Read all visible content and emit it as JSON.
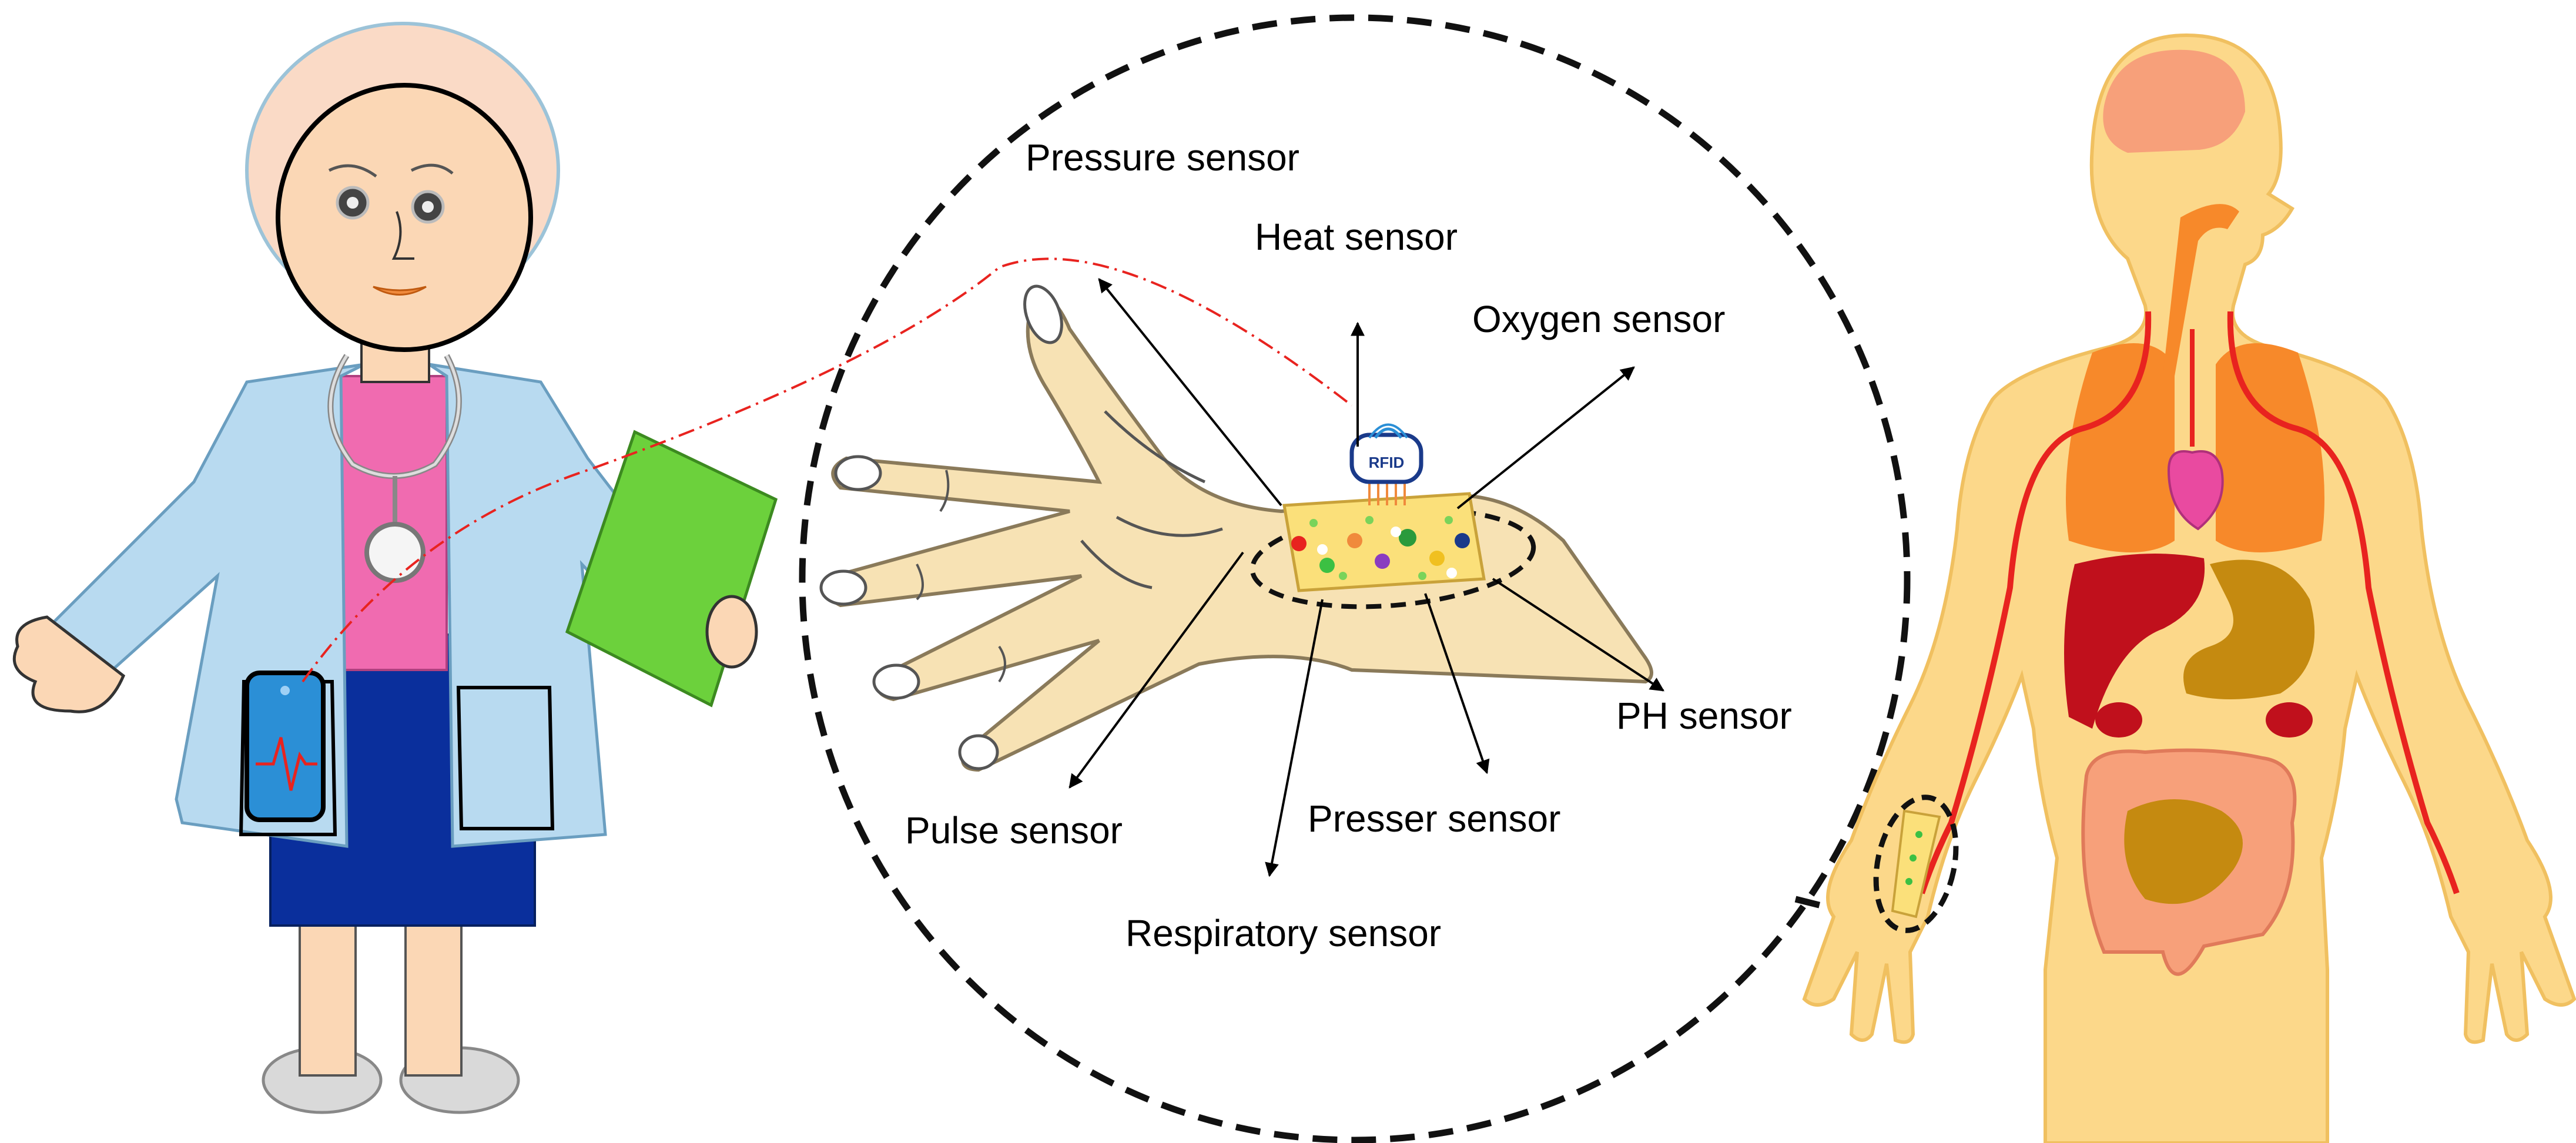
{
  "diagram": {
    "labels": {
      "pressure": "Pressure sensor",
      "heat": "Heat sensor",
      "oxygen": "Oxygen sensor",
      "ph": "PH sensor",
      "pulse": "Pulse  sensor",
      "presser": "Presser sensor",
      "respiratory": "Respiratory sensor",
      "rfid": "RFID"
    },
    "colors": {
      "link_line": "#e8231f",
      "dashed_circle": "#111111",
      "skin": "#fbd7b5",
      "coat": "#b8daf0",
      "skirt": "#0a2f9c",
      "shirt": "#f06bb0",
      "clipboard": "#6cd13c",
      "phone": "#2b8fd6",
      "body": "#fcd88a",
      "hand": "#f7e2b4",
      "patch": "#fbe07a"
    },
    "icons": [
      "doctor-figure",
      "smartphone-icon",
      "clipboard-icon",
      "stethoscope-icon",
      "hand-illustration",
      "rfid-tag-icon",
      "human-anatomy-figure",
      "sensor-patch"
    ]
  }
}
